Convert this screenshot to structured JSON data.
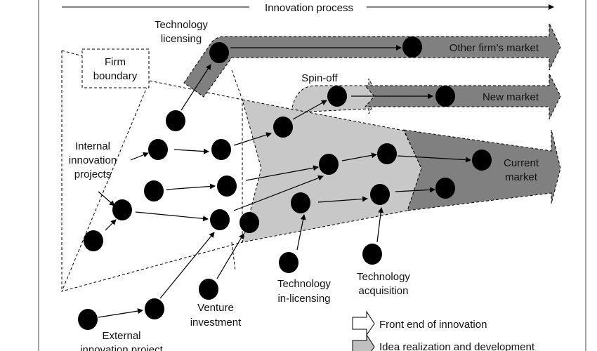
{
  "header": {
    "title": "Innovation process"
  },
  "labels": {
    "technology_licensing": [
      "Technology",
      "licensing"
    ],
    "firm_boundary": [
      "Firm",
      "boundary"
    ],
    "spin_off": "Spin-off",
    "other_firms_market": "Other firm’s market",
    "new_market": "New market",
    "current_market": [
      "Current",
      "market"
    ],
    "internal_projects": [
      "Internal",
      "innovation",
      "projects"
    ],
    "venture_investment": [
      "Venture",
      "investment"
    ],
    "technology_in_licensing": [
      "Technology",
      "in-licensing"
    ],
    "technology_acquisition": [
      "Technology",
      "acquisition"
    ],
    "external_project": [
      "External",
      "innovation project"
    ]
  },
  "legend": [
    {
      "label": "Front end of innovation",
      "color": "#ffffff"
    },
    {
      "label": "Idea realization and development",
      "color": "#c0c0c0"
    }
  ],
  "colors": {
    "dark": "#808080",
    "light": "#c8c8c8",
    "dot": "#000000"
  }
}
